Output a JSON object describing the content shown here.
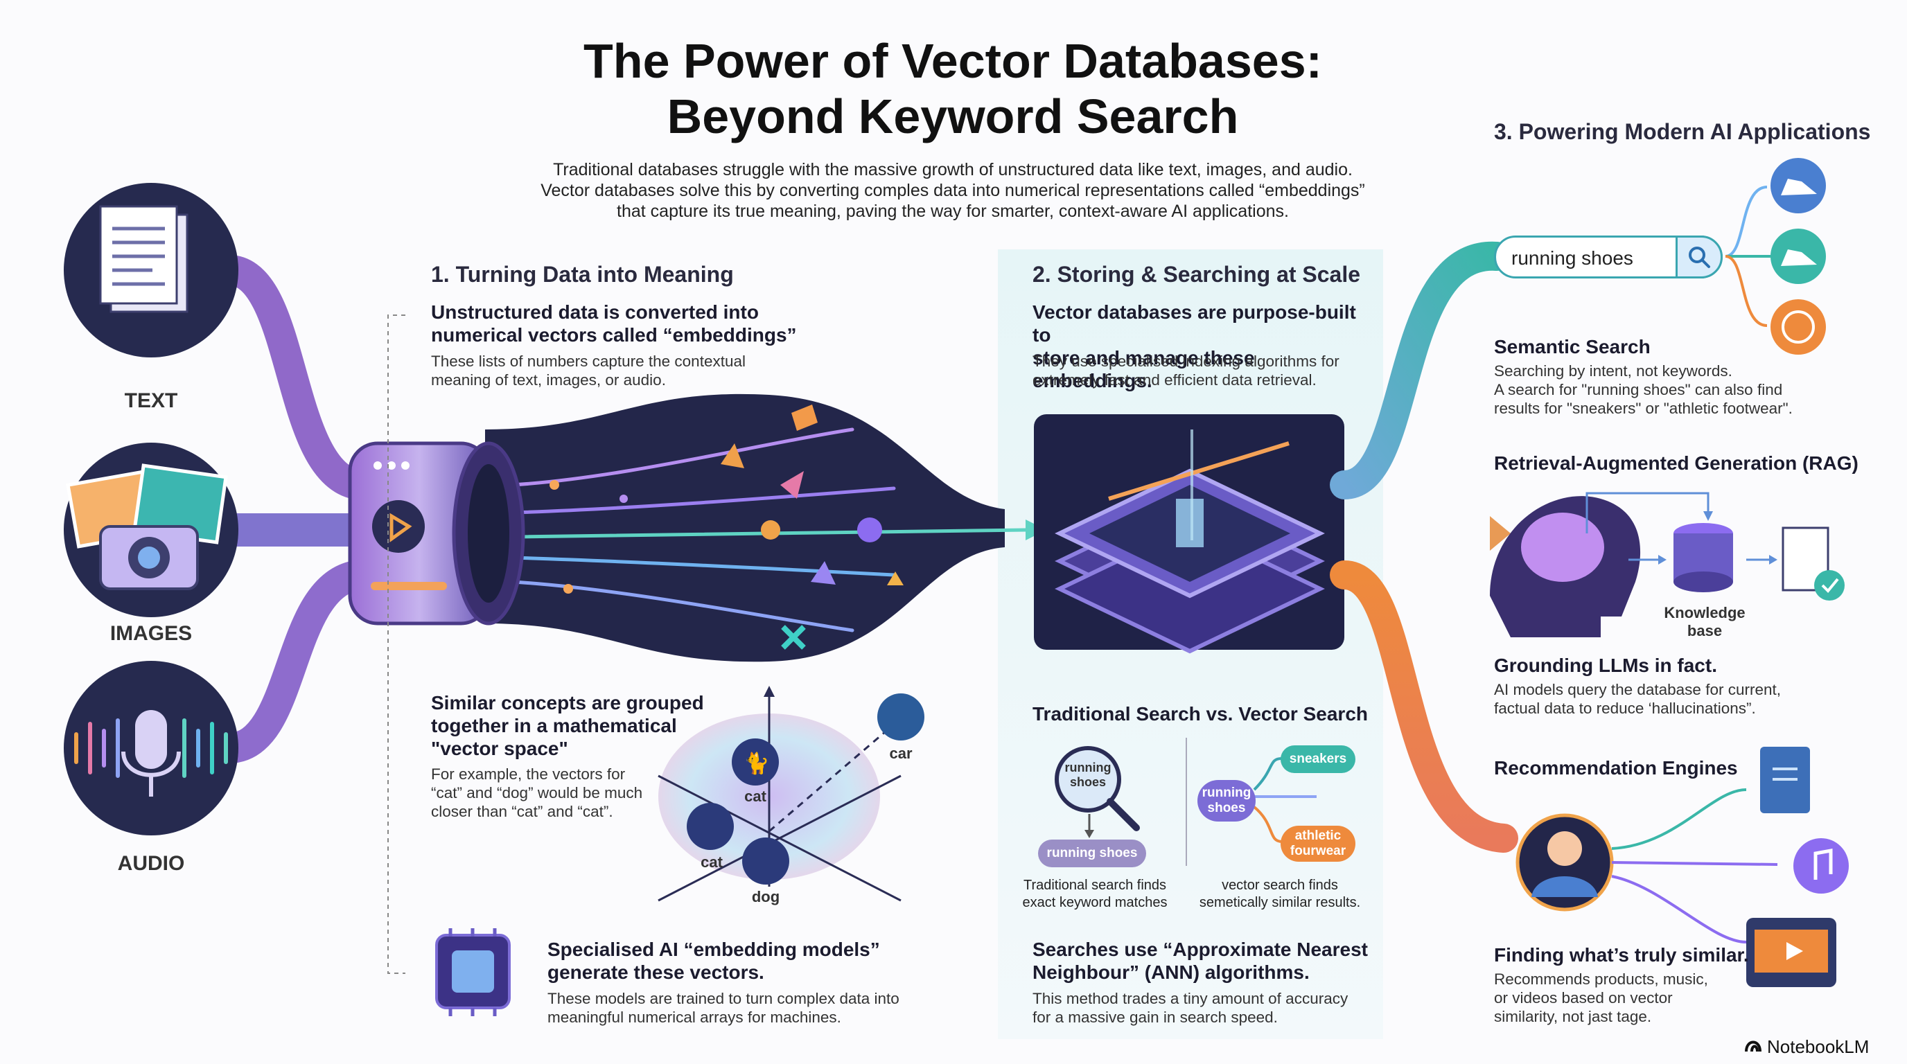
{
  "header": {
    "title_line1": "The Power of Vector Databases:",
    "title_line2": "Beyond Keyword Search",
    "intro_line1": "Traditional databases struggle with the massive growth of unstructured data like text, images, and audio.",
    "intro_line2": "Vector databases solve this by converting comples data into numerical representations called “embeddings”",
    "intro_line3": "that capture its true meaning, paving the way for smarter, context-aware AI applications."
  },
  "inputs": {
    "text_label": "TEXT",
    "images_label": "IMAGES",
    "audio_label": "AUDIO"
  },
  "section1": {
    "heading": "1. Turning Data into Meaning",
    "block1_title_l1": "Unstructured data is converted into",
    "block1_title_l2": "numerical vectors called “embeddings”",
    "block1_body_l1": "These lists of numbers capture the contextual",
    "block1_body_l2": "meaning of text, images, or audio.",
    "block2_title_l1": "Similar concepts are grouped",
    "block2_title_l2": "together in a mathematical",
    "block2_title_l3": "\"vector space\"",
    "block2_body_l1": "For example, the vectors for",
    "block2_body_l2": "“cat” and “dog” would be much",
    "block2_body_l3": "closer than “cat” and “cat”.",
    "space_labels": {
      "cat1": "cat",
      "cat2": "cat",
      "dog": "dog",
      "car": "car"
    },
    "block3_title_l1": "Specialised AI “embedding models”",
    "block3_title_l2": "generate these vectors.",
    "block3_body_l1": "These models are trained to turn complex data into",
    "block3_body_l2": "meaningful numerical arrays for machines."
  },
  "section2": {
    "heading": "2. Storing & Searching at Scale",
    "block1_title_l1": "Vector databases are purpose-built to",
    "block1_title_l2": "store and manage these embeddings.",
    "block1_body_l1": "They use specialised indexing algorithms for",
    "block1_body_l2": "extremely fast and efficient data retrieval.",
    "compare_heading": "Traditional Search vs. Vector Search",
    "lens_text_l1": "running",
    "lens_text_l2": "shoes",
    "trad_result": "running shoes",
    "vec_source_l1": "running",
    "vec_source_l2": "shoes",
    "vec_result1": "sneakers",
    "vec_result2_l1": "athletic",
    "vec_result2_l2": "fourwear",
    "trad_caption_l1": "Traditional search finds",
    "trad_caption_l2": "exact keyword matches",
    "vec_caption_l1": "vector search finds",
    "vec_caption_l2": "semetically similar results.",
    "block2_title_l1": "Searches use “Approximate Nearest",
    "block2_title_l2": "Neighbour” (ANN) algorithms.",
    "block2_body_l1": "This method trades a tiny amount of accuracy",
    "block2_body_l2": "for a massive gain in search speed."
  },
  "section3": {
    "heading": "3. Powering Modern AI Applications",
    "search_value": "running shoes",
    "semantic_title": "Semantic Search",
    "semantic_body_l1": "Searching by intent, not keywords.",
    "semantic_body_l2": "A search for \"running shoes\" can also find",
    "semantic_body_l3": "results for \"sneakers\" or \"athletic footwear\".",
    "rag_title": "Retrieval-Augmented Generation (RAG)",
    "kb_label_l1": "Knowledge",
    "kb_label_l2": "base",
    "grounding_title": "Grounding LLMs in fact.",
    "grounding_body_l1": "AI models query the database for current,",
    "grounding_body_l2": "factual data to reduce ‘hallucinations”.",
    "rec_title": "Recommendation Engines",
    "similar_title": "Finding what’s truly similar.",
    "similar_body_l1": "Recommends products, music,",
    "similar_body_l2": "or videos based on vector",
    "similar_body_l3": "similarity, not jast tage."
  },
  "footer": {
    "brand": "NotebookLM"
  },
  "colors": {
    "purple": "#6a3fa8",
    "teal": "#3aa6b0",
    "orange": "#ee8a3c",
    "navy": "#23264a"
  }
}
